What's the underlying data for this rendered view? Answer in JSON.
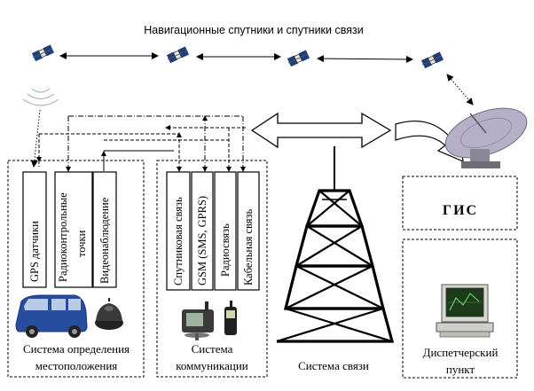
{
  "title": "Навигационные спутники и спутники связи",
  "location_system": {
    "label_line1": "Система определения",
    "label_line2": "местоположения",
    "items": [
      "GPS датчики",
      "Радиоконтрольные",
      "точки",
      "Видеонаблюдение"
    ]
  },
  "comm_system": {
    "label_line1": "Система",
    "label_line2": "коммуникации",
    "items": [
      "Спутниковая связь",
      "GSM (SMS, GPRS)",
      "Радиосвязь",
      "Кабельная связь"
    ]
  },
  "tower": {
    "label": "Система связи"
  },
  "gis": {
    "label": "ГИС"
  },
  "dispatch": {
    "label_line1": "Диспетчерский",
    "label_line2": "пункт"
  },
  "icons": [
    "satellite-icon",
    "van-icon",
    "gps-puck-icon",
    "handheld-device-icon",
    "phone-icon",
    "dish-antenna-icon",
    "computer-icon",
    "radio-tower-icon"
  ]
}
